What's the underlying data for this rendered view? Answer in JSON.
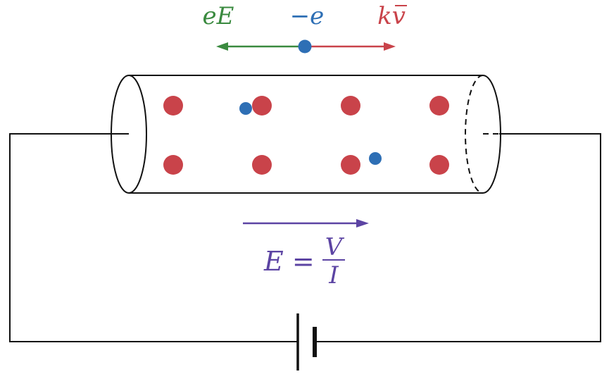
{
  "labels": {
    "force_electric": "eE",
    "charge": "−e",
    "drag_k": "k",
    "drag_v": "v",
    "field_lhs": "E =",
    "field_num": "V",
    "field_den": "I"
  },
  "colors": {
    "force_electric": "#3a8a3f",
    "charge": "#2e6fb5",
    "drag": "#c9434a",
    "field": "#5c44a3",
    "wire": "#111111",
    "ion": "#c9434a",
    "electron": "#2e6fb5"
  }
}
